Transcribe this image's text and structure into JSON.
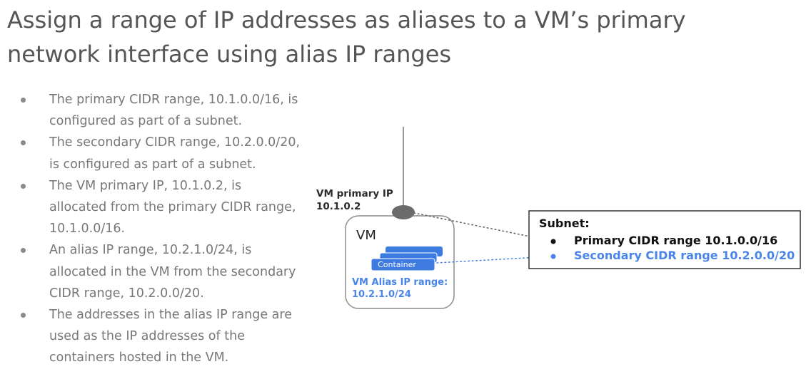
{
  "title": {
    "line1": "Assign a range of IP addresses as aliases to a VM’s primary",
    "line2": "network interface using alias IP ranges"
  },
  "bullets": [
    {
      "line1": "The primary CIDR range, 10.1.0.0/16, is",
      "line2": "configured as part of a subnet."
    },
    {
      "line1": "The secondary CIDR range, 10.2.0.0/20,",
      "line2": "is configured as part of a subnet."
    },
    {
      "line1": "The VM primary IP, 10.1.0.2, is",
      "line2": "allocated from the primary CIDR range,",
      "line3": "10.1.0.0/16."
    },
    {
      "line1": "An alias IP range, 10.2.1.0/24, is",
      "line2": "allocated in the VM from the secondary",
      "line3": "CIDR range, 10.2.0.0/20."
    },
    {
      "line1": "The addresses in the alias IP range are",
      "line2": "used as the IP addresses of the",
      "line3": "containers hosted in the VM."
    }
  ],
  "diagram": {
    "vm_primary_ip_label": "VM primary IP",
    "vm_primary_ip_value": "10.1.0.2",
    "vm_label": "VM",
    "container_label": "Container",
    "alias_label": "VM Alias IP range:",
    "alias_value": "10.2.1.0/24",
    "subnet_title": "Subnet:",
    "primary_range": "Primary CIDR range 10.1.0.0/16",
    "secondary_range": "Secondary CIDR range 10.2.0.0/20"
  },
  "colors": {
    "title_text": "#555555",
    "body_text": "#777777",
    "accent_blue": "#4a86e8",
    "container_blue": "#3d7be0",
    "nic_gray": "#6b6b6b"
  }
}
